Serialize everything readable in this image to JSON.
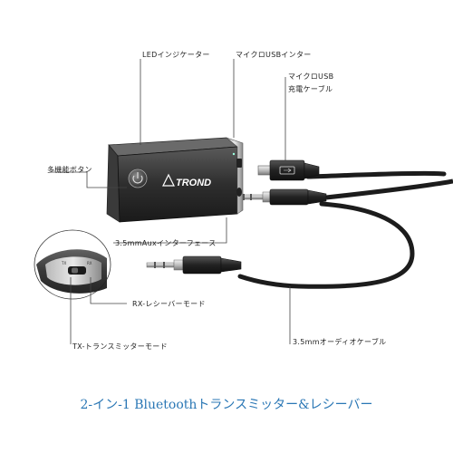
{
  "labels": {
    "led_indicator": "LEDインジケーター",
    "micro_usb_interface": "マイクロUSBインター",
    "micro_usb_cable_line1": "マイクロUSB",
    "micro_usb_cable_line2": "充電ケーブル",
    "multi_function_button": "多機能ボタン",
    "aux_interface": "3.5mmAuxインターフェース",
    "rx_mode": "RX-レシーバーモード",
    "tx_mode": "TX-トランスミッターモード",
    "audio_cable": "3.5mmオーディオケーブル"
  },
  "device": {
    "brand": "TROND",
    "switch_tx": "TX",
    "switch_rx": "RX"
  },
  "caption": "2-イン-1 Bluetoothトランスミッター&レシーバー"
}
